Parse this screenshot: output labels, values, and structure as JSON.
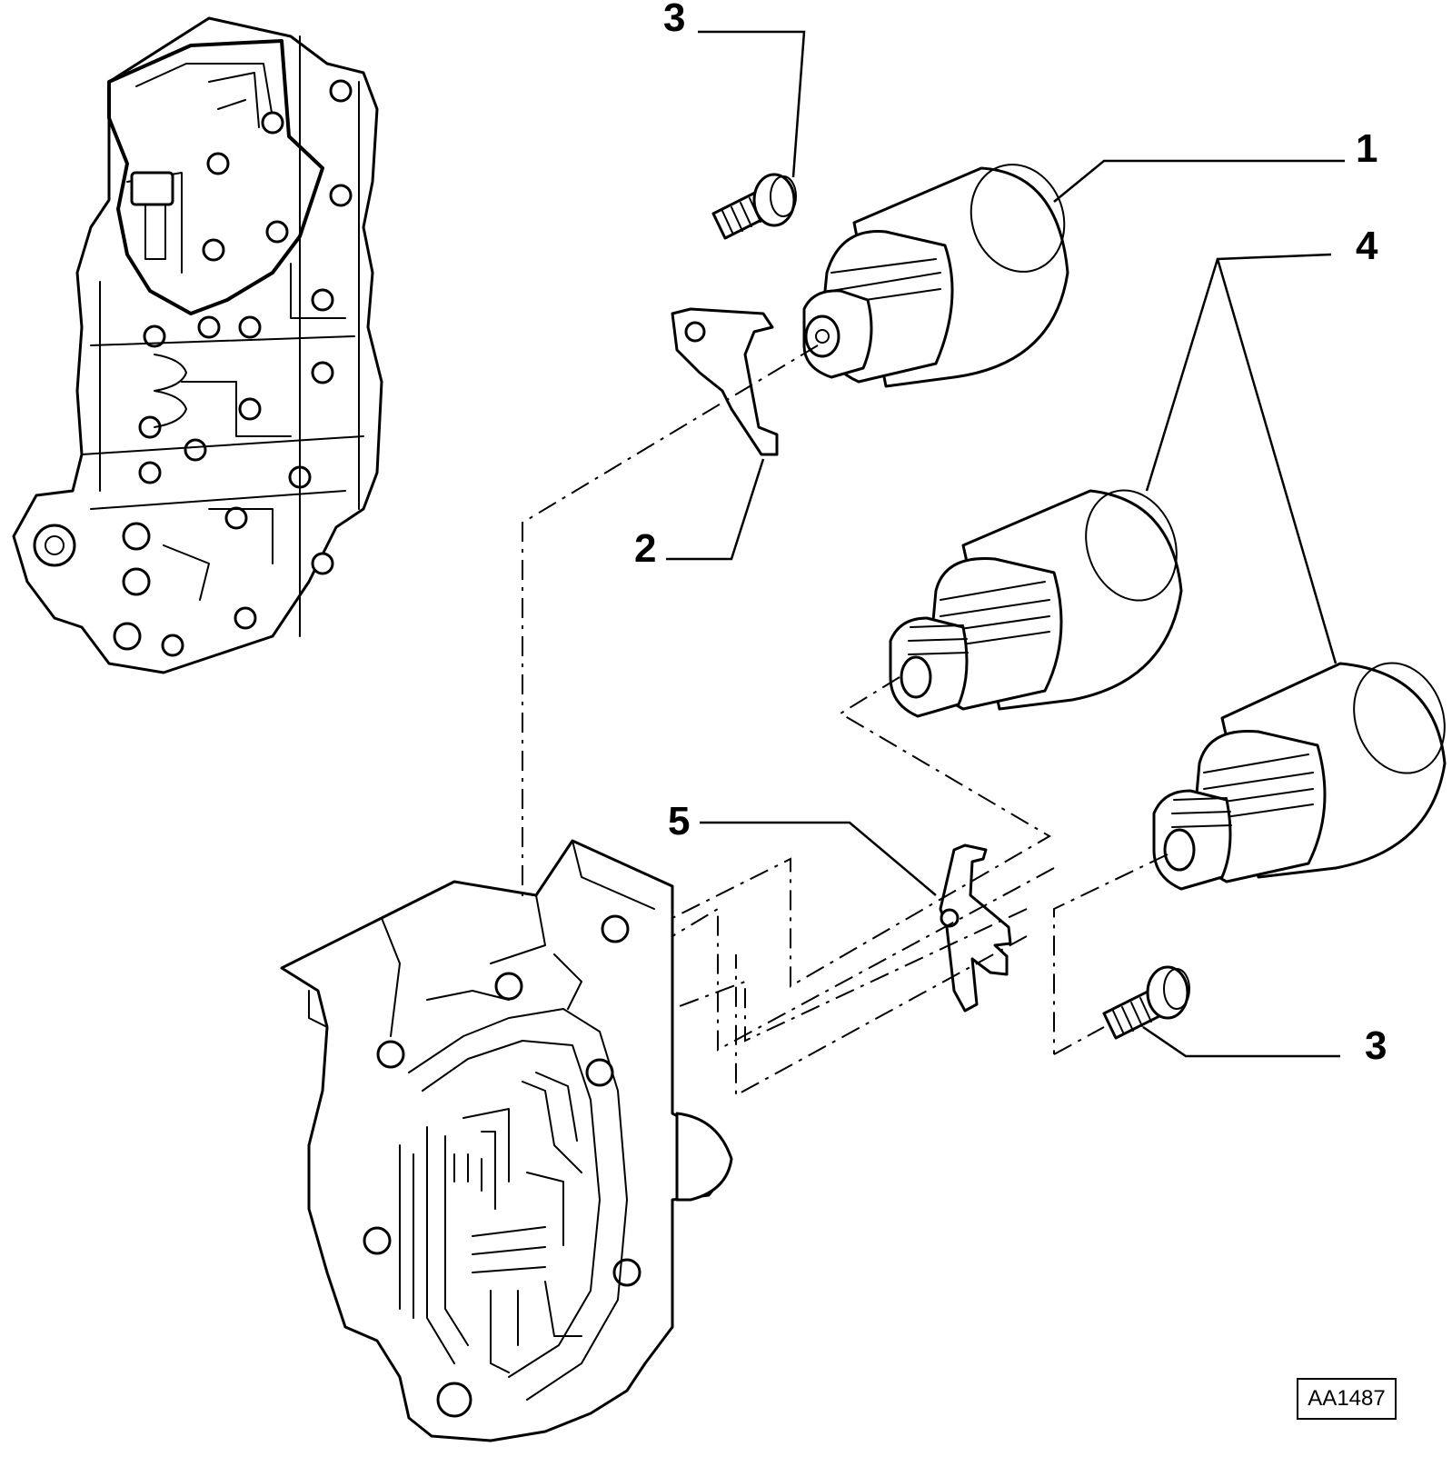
{
  "callouts": {
    "c1": "1",
    "c2": "2",
    "c3_top": "3",
    "c3_bottom": "3",
    "c4": "4",
    "c5": "5"
  },
  "reference_code": "AA1487",
  "colors": {
    "line": "#000000",
    "background": "#ffffff"
  }
}
